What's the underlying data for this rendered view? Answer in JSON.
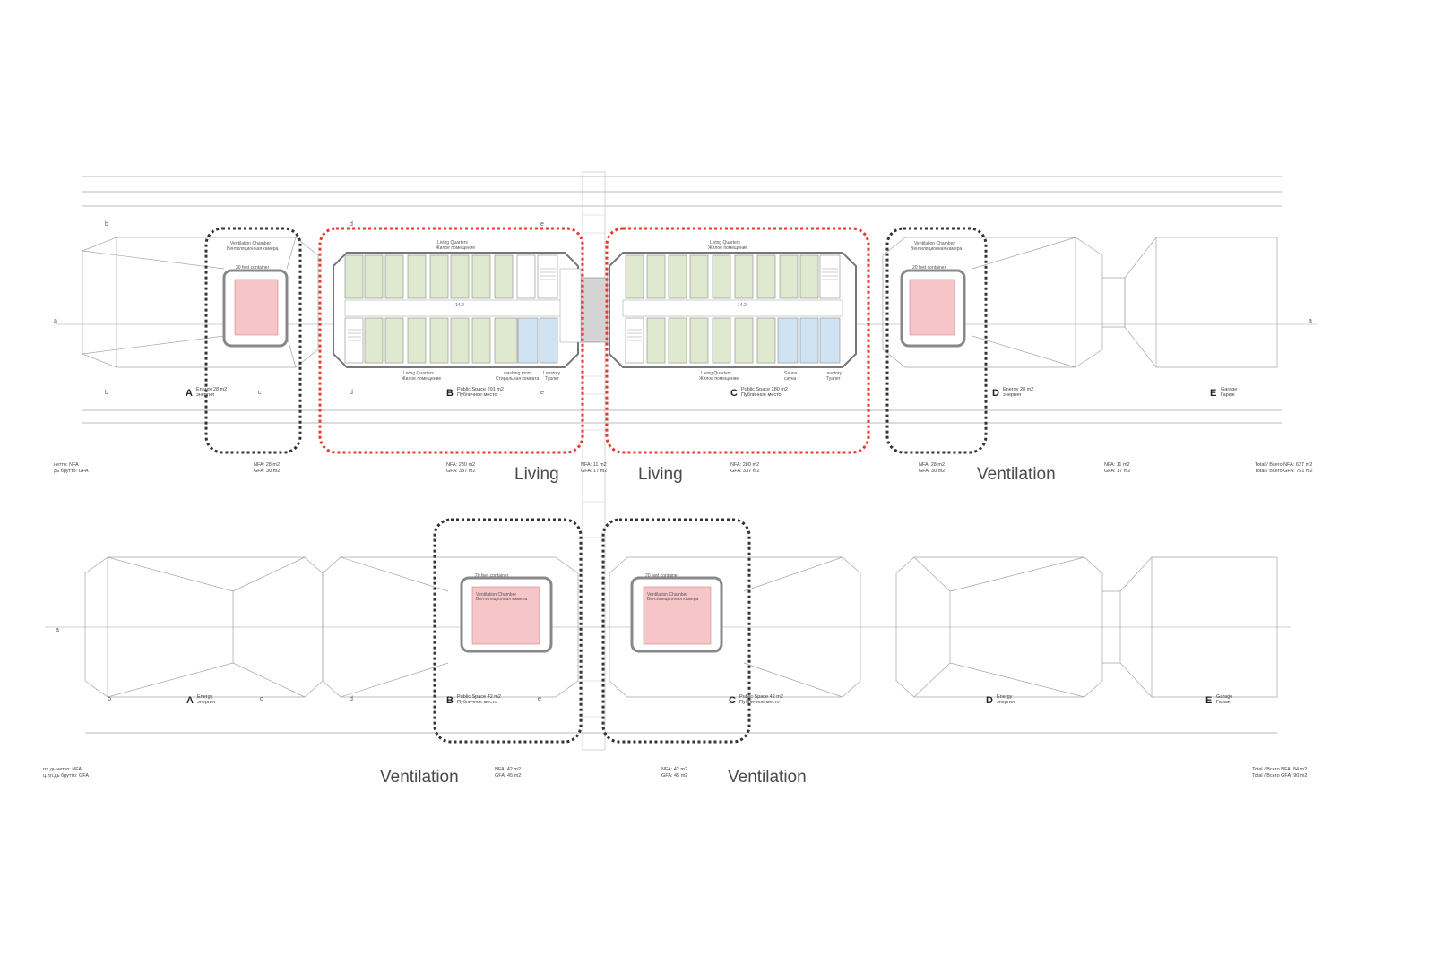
{
  "colors": {
    "highlight_living": "#e63a2e",
    "highlight_ventilation": "#333333",
    "ventilation_room": "#f6c5c8",
    "living_room": "#dfe9cf",
    "wet_room": "#cfe3f2",
    "line": "#9a9a9a"
  },
  "highlight_labels": {
    "living_b": "Living",
    "living_c": "Living",
    "ventilation_d": "Ventilation",
    "ventilation_lower_b": "Ventilation",
    "ventilation_lower_c": "Ventilation"
  },
  "upper_plan": {
    "modules": [
      {
        "letter": "A",
        "line1": "Energy 28 m2",
        "line2": "энергия"
      },
      {
        "letter": "B",
        "line1": "Public Space 291 m2",
        "line2": "Публичное место"
      },
      {
        "letter": "C",
        "line1": "Public Space 280 m2",
        "line2": "Публичное место"
      },
      {
        "letter": "D",
        "line1": "Energy 28 m2",
        "line2": "энергия"
      },
      {
        "letter": "E",
        "line1": "Garage",
        "line2": "Гараж"
      }
    ],
    "room_titles": {
      "ventilation_a_1": "Ventilation Chamber",
      "ventilation_a_2": "Вентиляционная камера",
      "ventilation_d_1": "Ventilation Chamber",
      "ventilation_d_2": "Вентиляционная камера",
      "living_b_top_1": "Living Quarters",
      "living_b_top_2": "Жилое помещение",
      "living_c_top_1": "Living Quarters",
      "living_c_top_2": "Жилое помещение",
      "container_a": "20 feet container",
      "container_d": "20 feet container",
      "living_b_bottom_1": "Living Quarters",
      "living_b_bottom_2": "Жилое помещение",
      "washing_1": "washing room",
      "washing_2": "Стиральная комната",
      "lavatory_b_1": "Lavatory",
      "lavatory_b_2": "Туалет",
      "living_c_bottom_1": "Living Quarters",
      "living_c_bottom_2": "Жилое помещение",
      "sauna_1": "Sauna",
      "sauna_2": "сауна",
      "lavatory_c_1": "Lavatory",
      "lavatory_c_2": "Туалет",
      "corridor_b": "14.2",
      "corridor_c": "14.2"
    },
    "areas": {
      "left_1": "нетто:   NFA",
      "left_2": "дь брутто:  GFA",
      "a_1": "NFA: 28 m2",
      "a_2": "GFA: 30 m2",
      "b_1": "NFA: 280 m2",
      "b_2": "GFA: 337 m2",
      "mid_1": "NFA: 11 m2",
      "mid_2": "GFA: 17 m2",
      "c_1": "NFA: 280 m2",
      "c_2": "GFA: 337 m2",
      "d_1": "NFA: 28 m2",
      "d_2": "GFA: 30 m2",
      "e_1": "NFA: 11 m2",
      "e_2": "GFA: 17 m2",
      "total_1": "Total / Всего NFA: 627 m2",
      "total_2": "Total / Всего GFA: 751 m2"
    },
    "section_marks": {
      "a": "a",
      "b": "b",
      "c": "c",
      "d": "d",
      "e": "e"
    }
  },
  "lower_plan": {
    "modules": [
      {
        "letter": "A",
        "line1": "Energy",
        "line2": "энергия"
      },
      {
        "letter": "B",
        "line1": "Public Space 42 m2",
        "line2": "Публичное место"
      },
      {
        "letter": "C",
        "line1": "Public Space 42 m2",
        "line2": "Публичное место"
      },
      {
        "letter": "D",
        "line1": "Energy",
        "line2": "энергия"
      },
      {
        "letter": "E",
        "line1": "Garage",
        "line2": "Гараж"
      }
    ],
    "room_titles": {
      "container_b": "20 feet container",
      "container_c": "20 feet container",
      "vent_b_1": "Ventilation Chamber",
      "vent_b_2": "Вентиляционная камера",
      "vent_c_1": "Ventilation Chamber",
      "vent_c_2": "Вентиляционная камера"
    },
    "areas": {
      "left_1": "пл.дь нетто:   NFA",
      "left_2": "ц.пл.дь брутто:  GFA",
      "b_1": "NFA: 42 m2",
      "b_2": "GFA: 45 m2",
      "c_1": "NFA: 42 m2",
      "c_2": "GFA: 45 m2",
      "total_1": "Total / Всего NFA: 84 m2",
      "total_2": "Total / Всего GFA: 90 m2"
    }
  }
}
